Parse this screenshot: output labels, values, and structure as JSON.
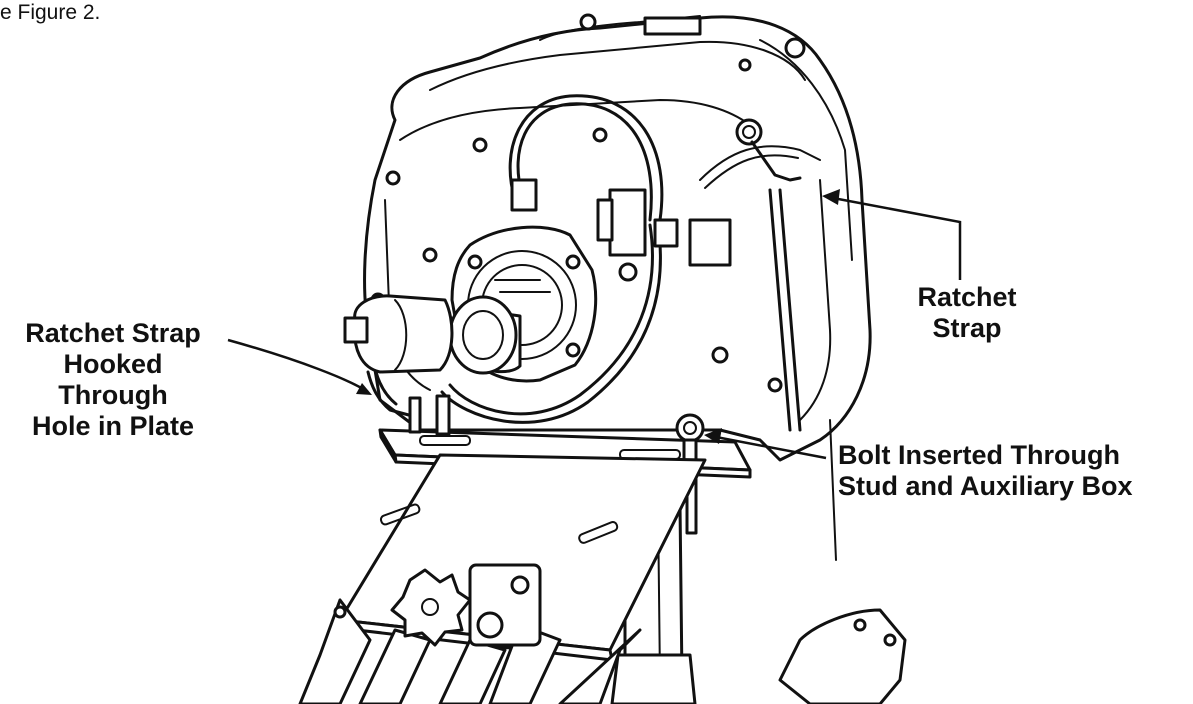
{
  "figure_reference": "e Figure 2.",
  "callouts": {
    "ratchet_strap_hooked": [
      "Ratchet Strap",
      "Hooked",
      "Through",
      "Hole in Plate"
    ],
    "ratchet_strap": [
      "Ratchet",
      "Strap"
    ],
    "bolt_inserted": [
      "Bolt Inserted Through",
      "Stud and Auxiliary Box"
    ]
  }
}
